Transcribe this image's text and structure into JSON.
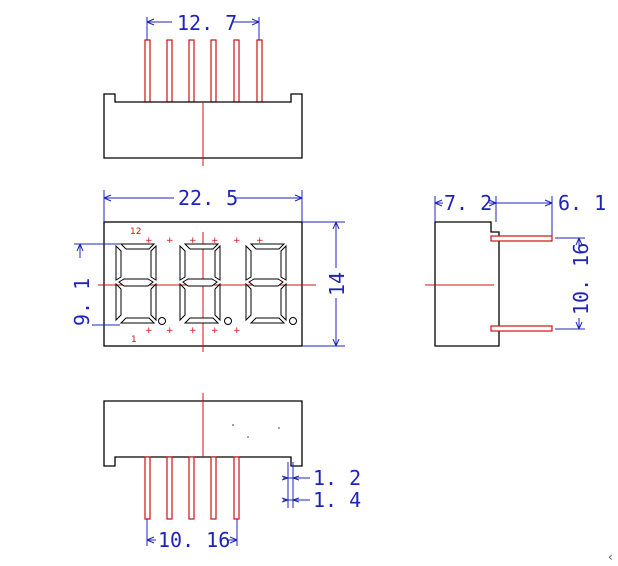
{
  "dimensions": {
    "top_pin_span": "12. 7",
    "body_width": "22. 5",
    "digit_height": "9. 1",
    "body_height": "14",
    "side_body_depth": "7. 2",
    "side_pin_length": "6. 1",
    "side_pin_spacing": "10. 16",
    "pin_width": "1. 2",
    "pin_outline_width": "1. 4",
    "bottom_pin_span": "10. 16"
  },
  "pin_labels": {
    "top": "12",
    "bottom": "1"
  },
  "segment_marker": "+",
  "corner_glyph": "‹",
  "colors": {
    "dimension": "#1f24b8",
    "centerline": "#d01010",
    "outline": "#000000"
  }
}
